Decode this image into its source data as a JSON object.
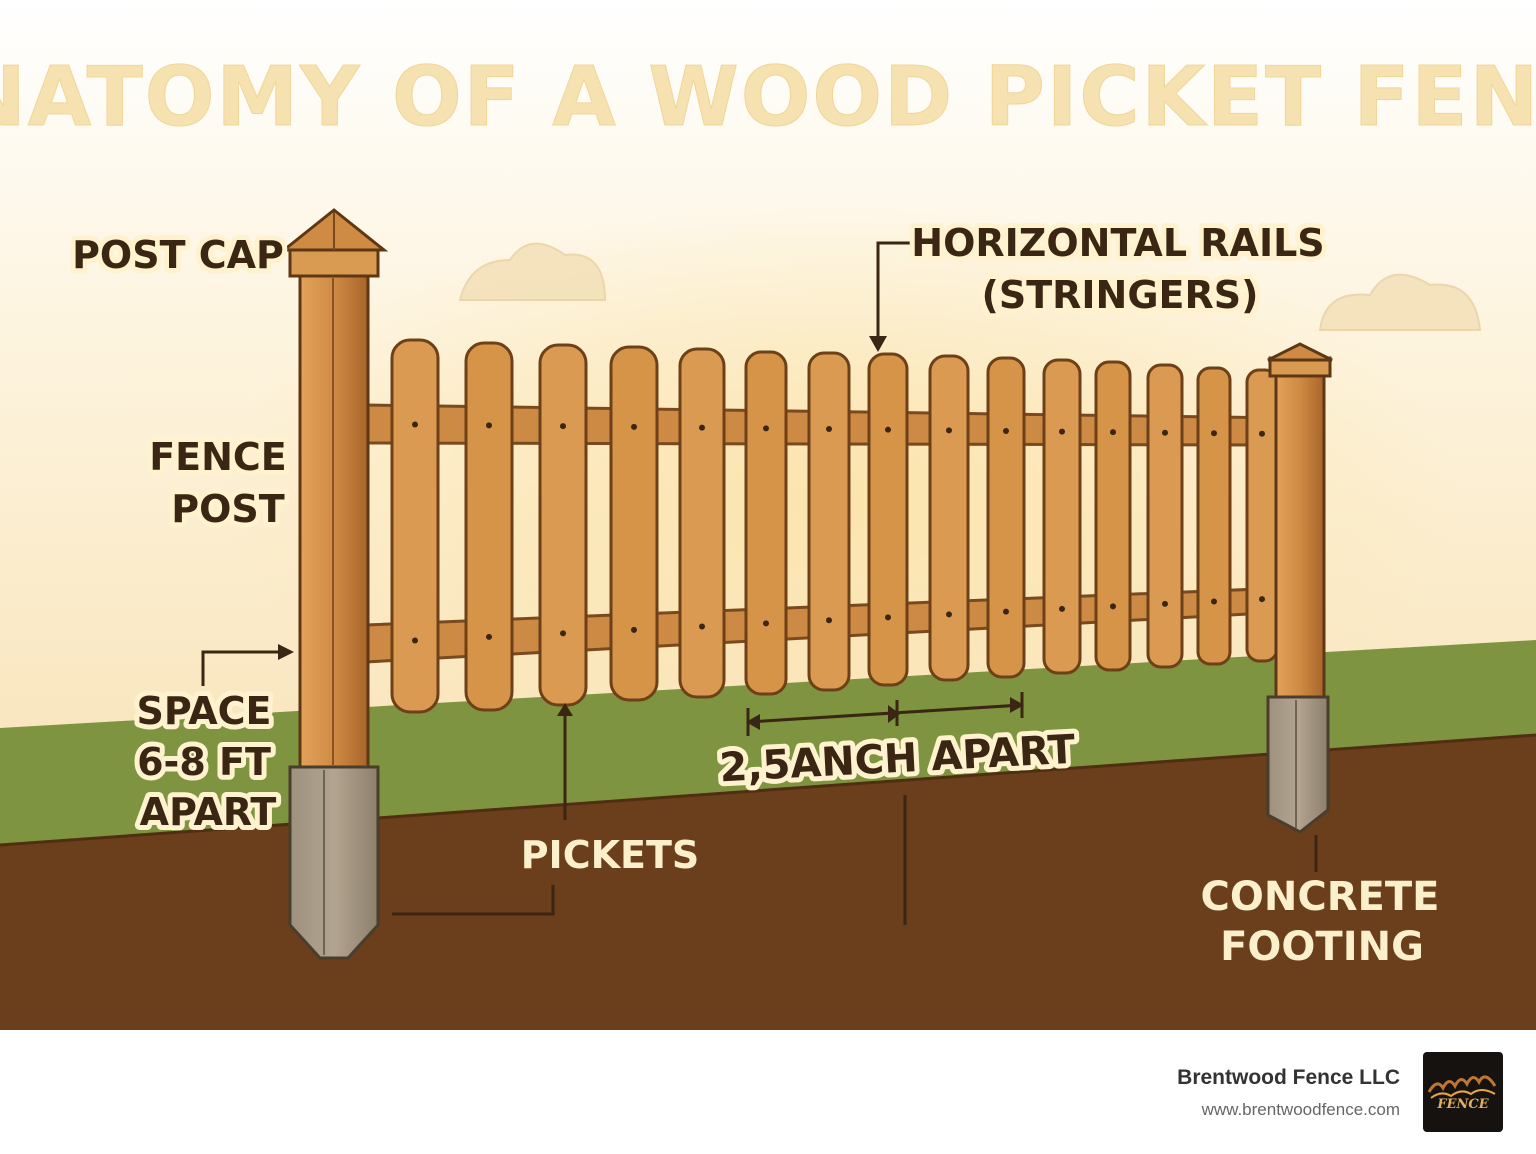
{
  "title": "ANATOMY OF A WOOD PICKET FENCE",
  "labels": {
    "post_cap": "POST CAP",
    "fence_post_1": "FENCE",
    "fence_post_2": "POST",
    "space_1": "SPACE",
    "space_2": "6-8 FT",
    "space_3": "APART",
    "rails_1": "HORIZONTAL RAILS",
    "rails_2": "(STRINGERS)",
    "pickets": "PICKETS",
    "spacing": "2,5ANCH APART",
    "footing_1": "CONCRETE",
    "footing_2": "FOOTING"
  },
  "footer": {
    "company": "Brentwood Fence LLC",
    "url": "www.brentwoodfence.com",
    "logo_text": "FENCE"
  },
  "colors": {
    "wood": "#d49048",
    "wood_dark": "#a8652a",
    "grass": "#7f9440",
    "soil": "#6b3f1c",
    "concrete": "#a89a86",
    "sky_glow": "#fbe6b4"
  }
}
